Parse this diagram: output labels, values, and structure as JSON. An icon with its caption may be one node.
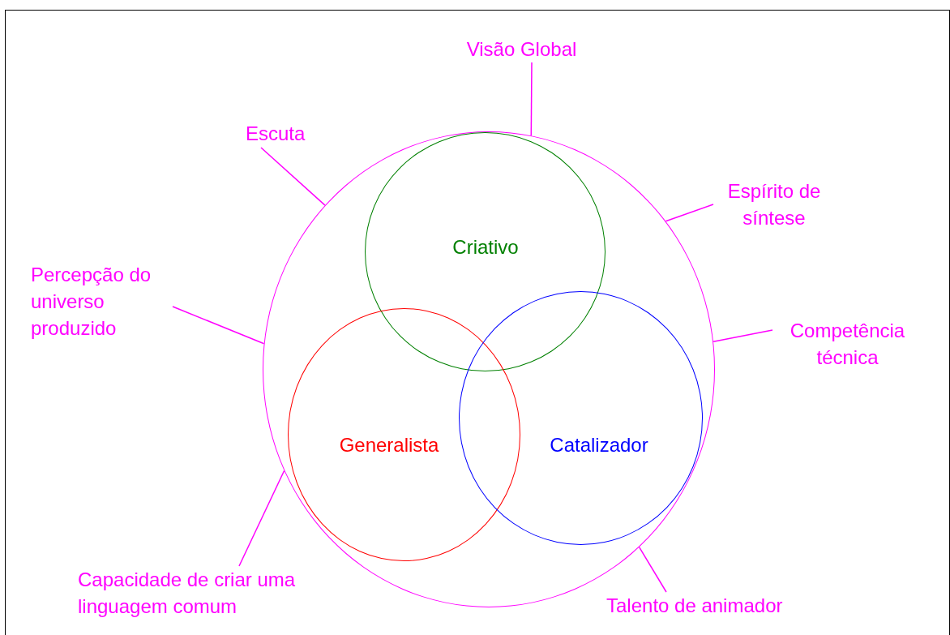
{
  "diagram": {
    "nodes": [
      {
        "text": [],
        "shape": "circle"
      },
      {
        "text": [
          "Criativo"
        ],
        "in": 0
      },
      {
        "text": [
          "Generalista"
        ],
        "in": 0
      },
      {
        "text": [
          "Catalizador"
        ],
        "in": 0
      },
      {
        "text": [
          "Visão Global"
        ]
      },
      {
        "text": [
          "Escuta"
        ]
      },
      {
        "text": [
          "Espírito de síntese"
        ]
      },
      {
        "text": [
          "Percepção do universo produzido"
        ]
      },
      {
        "text": [
          "Competência técnica"
        ]
      },
      {
        "text": [
          "Capacidade de criar uma linguagem comum"
        ]
      },
      {
        "text": [
          "Talento de animador"
        ]
      }
    ],
    "edges": [
      {
        "from": 4,
        "to": 0,
        "arrow": "none"
      },
      {
        "from": 5,
        "to": 0,
        "arrow": "none"
      },
      {
        "from": 6,
        "to": 0,
        "arrow": "none"
      },
      {
        "from": 7,
        "to": 0,
        "arrow": "none"
      },
      {
        "from": 8,
        "to": 0,
        "arrow": "none"
      },
      {
        "from": 9,
        "to": 0,
        "arrow": "none"
      },
      {
        "from": 10,
        "to": 0,
        "arrow": "none"
      }
    ]
  }
}
